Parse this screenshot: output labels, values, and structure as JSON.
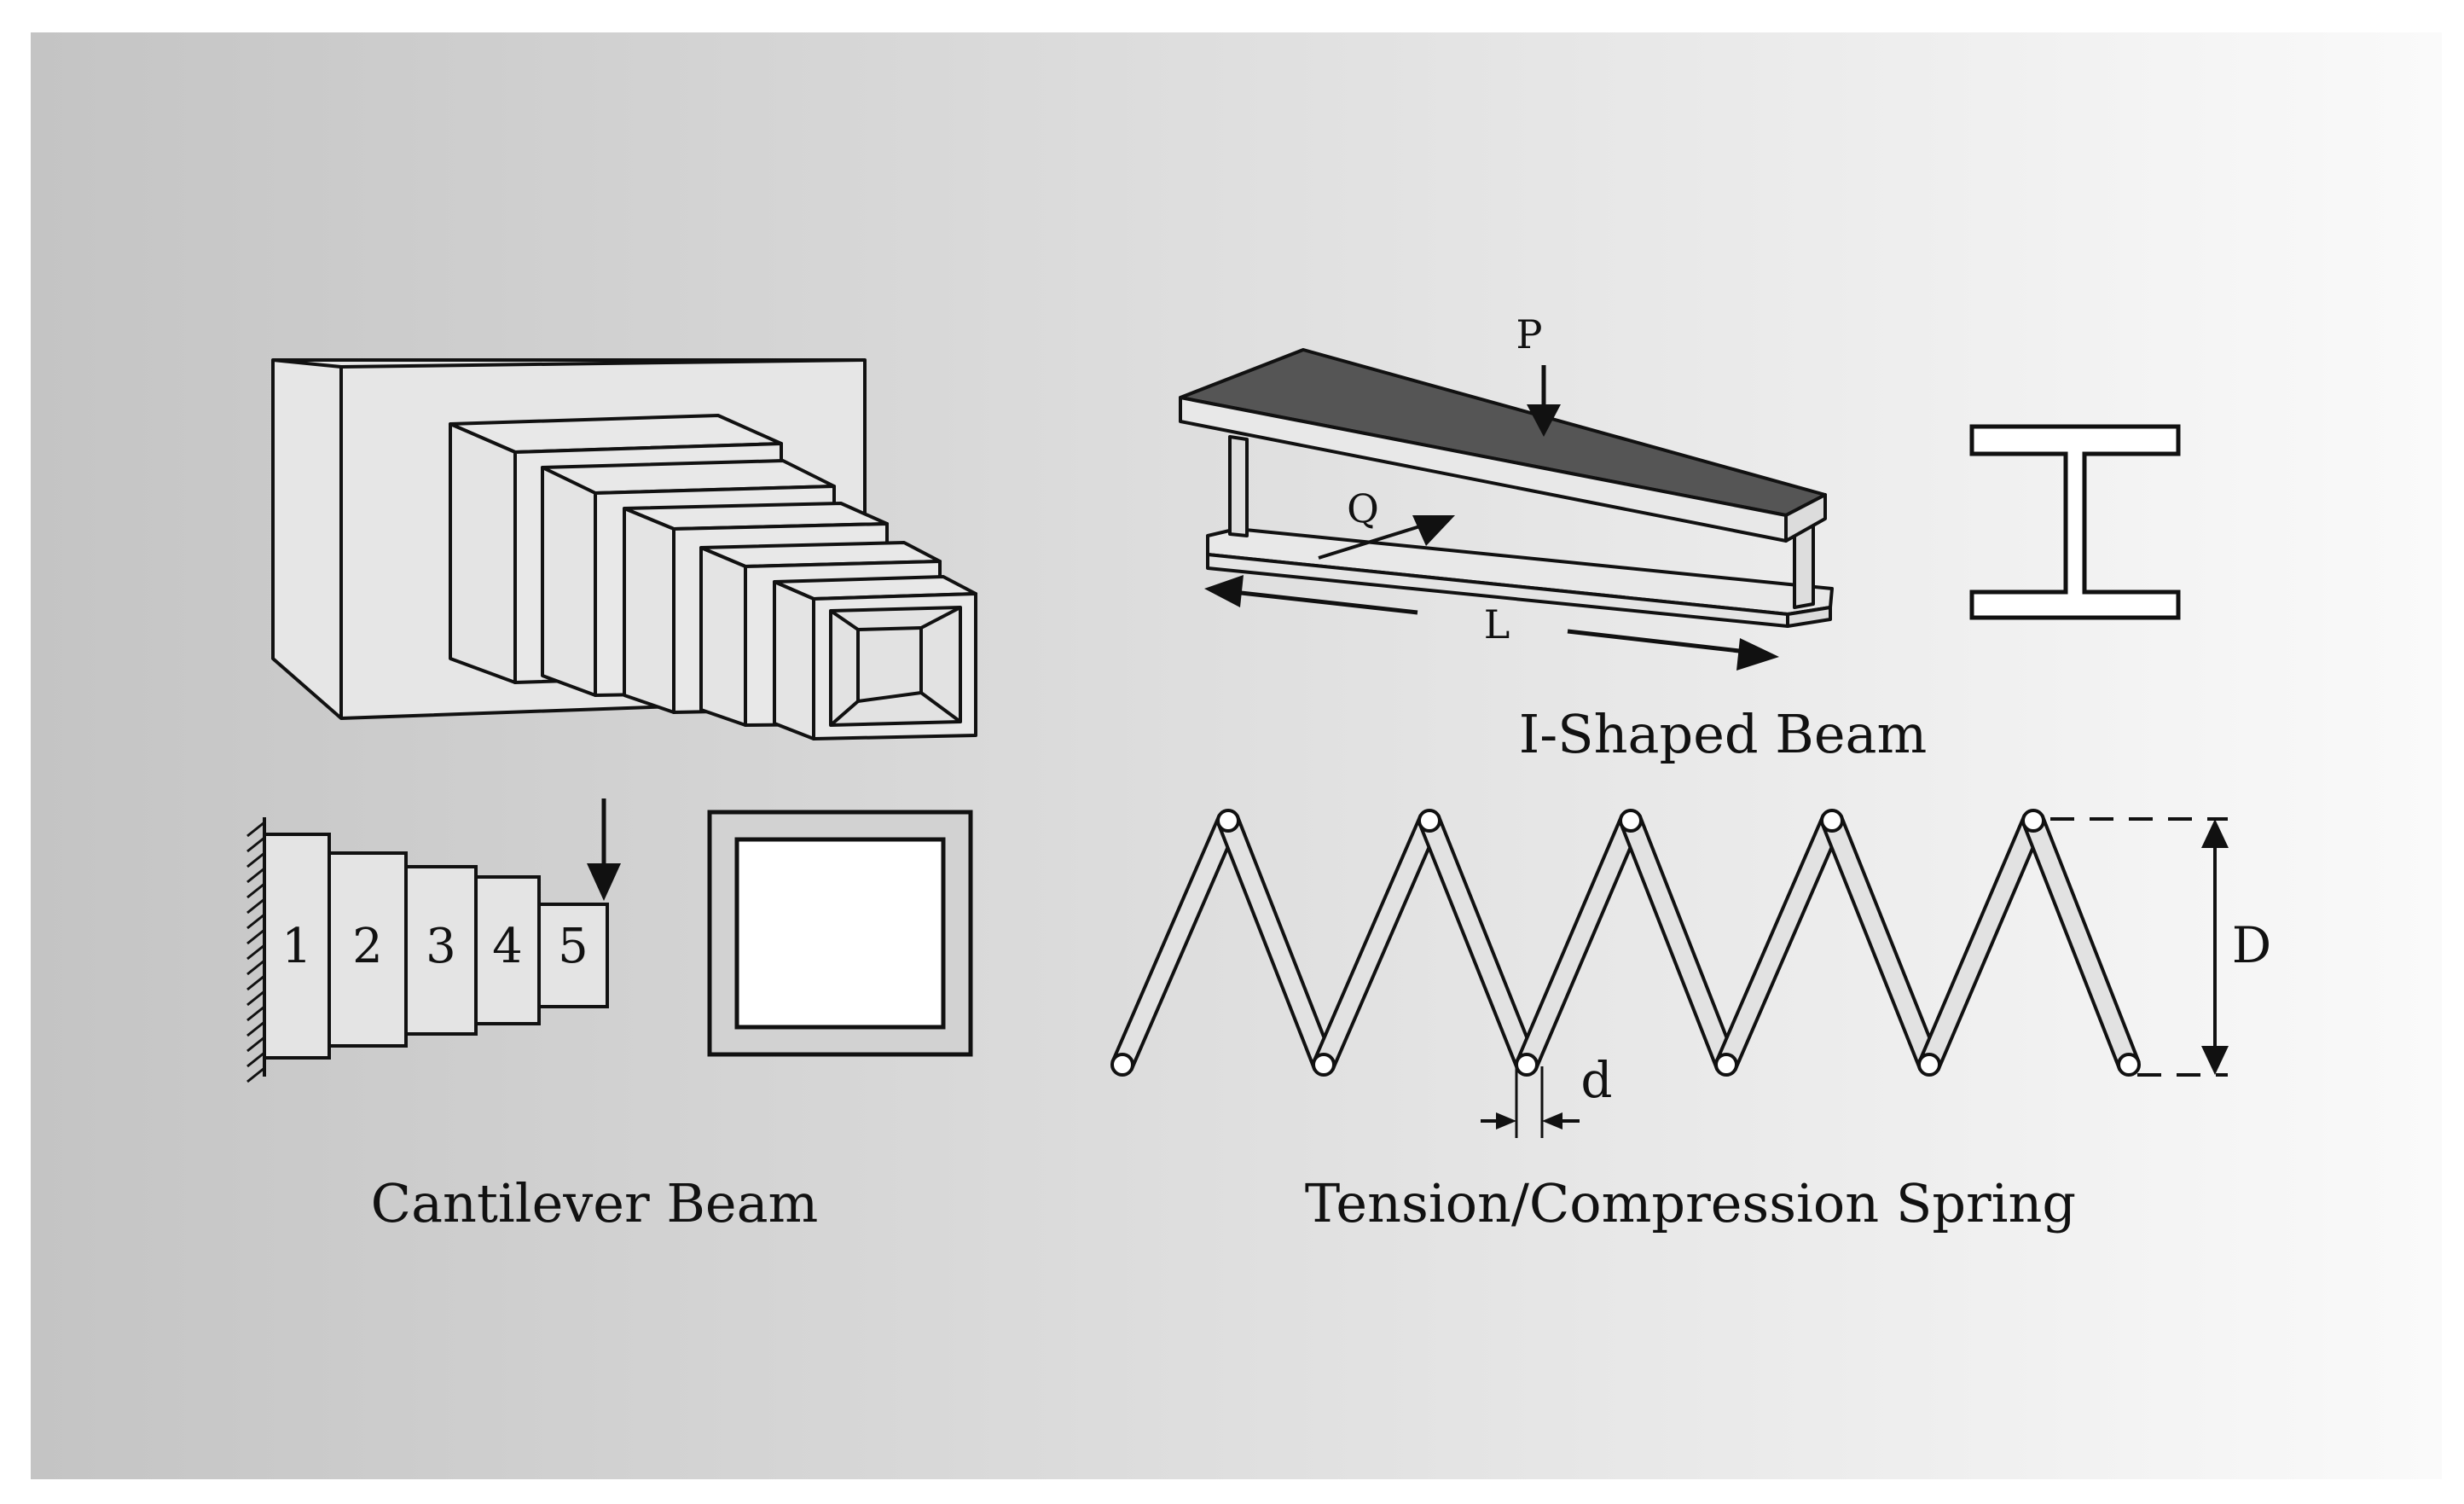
{
  "figure": {
    "background": {
      "gradient_start": "#c4c4c4",
      "gradient_end": "#fafafa"
    },
    "stroke_color": "#111111",
    "flange_fill": "#555555"
  },
  "cantilever": {
    "caption": "Cantilever Beam",
    "segments": [
      "1",
      "2",
      "3",
      "4",
      "5"
    ]
  },
  "ibeam": {
    "caption": "I-Shaped Beam",
    "load_label": "P",
    "side_load_label": "Q",
    "length_label": "L"
  },
  "spring": {
    "caption": "Tension/Compression Spring",
    "coil_diameter_label": "D",
    "wire_diameter_label": "d"
  }
}
